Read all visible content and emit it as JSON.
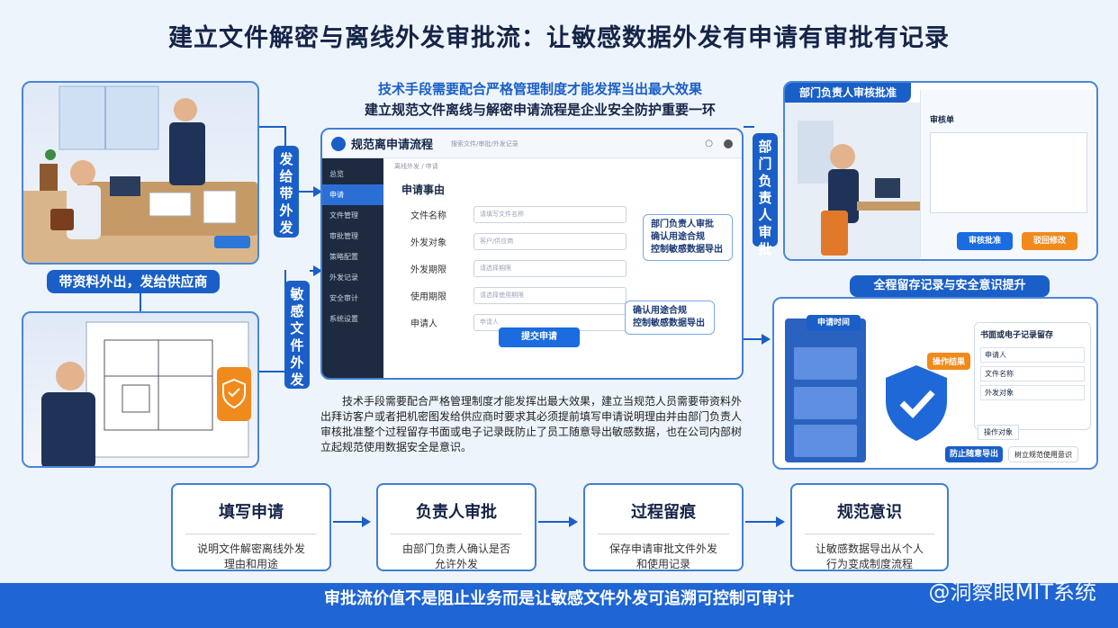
{
  "title": "建立文件解密与离线外发审批流：让敏感数据外发有申请有审批有记录",
  "subtitle_line1": "技术手段需要配合严格管理制度才能发挥当出最大效果",
  "subtitle_line2": "建立规范文件离线与解密申请流程是企业安全防护重要一环",
  "left": {
    "pill_label": "带资料外出，发给供应商",
    "vlabel_top": "发给带外发",
    "vlabel_bottom": "敏感文件外发"
  },
  "app": {
    "title": "规范离申请流程",
    "header_hint": "搜索文件/审批/外发记录",
    "breadcrumb": "离线外发 / 申请",
    "sidebar": [
      "总览",
      "申请",
      "文件管理",
      "审批管理",
      "策略配置",
      "外发记录",
      "安全审计",
      "系统设置"
    ],
    "form_title": "申请事由",
    "fields": [
      {
        "label": "文件名称",
        "placeholder": "请填写文件名称"
      },
      {
        "label": "外发对象",
        "placeholder": "客户/供应商"
      },
      {
        "label": "外发期限",
        "placeholder": "请选择期限"
      },
      {
        "label": "使用期限",
        "placeholder": "请选择使用期限"
      },
      {
        "label": "申请人",
        "placeholder": "申请人"
      }
    ],
    "submit": "提交申请",
    "note1": [
      "部门负责人审批",
      "确认用途合规",
      "控制敏感数据导出"
    ],
    "note2": [
      "确认用途合规",
      "控制敏感数据导出"
    ]
  },
  "paragraph": "技术手段需要配合严格管理制度才能发挥出最大效果，建立当规范人员需要带资料外出拜访客户或者把机密图发给供应商时要求其必须提前填写申请说明理由并由部门负责人审核批准整个过程留存书面或电子记录既防止了员工随意导出敏感数据，也在公司内部树立起规范使用数据安全是意识。",
  "right_top": {
    "title": "部门负责人审核批准",
    "vlabel": "部门负责人审批",
    "form_title": "审核单",
    "approve": "审核批准",
    "reject": "驳回修改"
  },
  "right_bottom": {
    "header": "全程留存记录与安全意识提升",
    "cabinet_label": "申请时间",
    "panel_title": "书面或电子记录留存",
    "rows": [
      "申请人",
      "文件名称",
      "外发对象"
    ],
    "tag_ops": "操作结果",
    "tag_prevent": "防止随意导出",
    "tag_awareness": "树立规范使用意识",
    "tag_action": "操作对象"
  },
  "steps": [
    {
      "title": "填写申请",
      "desc": [
        "说明文件解密离线外发",
        "理由和用途"
      ]
    },
    {
      "title": "负责人审批",
      "desc": [
        "由部门负责人确认是否",
        "允许外发"
      ]
    },
    {
      "title": "过程留痕",
      "desc": [
        "保存申请审批文件外发",
        "和使用记录"
      ]
    },
    {
      "title": "规范意识",
      "desc": [
        "让敏感数据导出从个人",
        "行为变成制度流程"
      ]
    }
  ],
  "footer": "审批流价值不是阻止业务而是让敏感文件外发可追溯可控制可审计",
  "watermark": "@洞察眼MIT系统",
  "colors": {
    "accent": "#1a5fc8",
    "orange": "#f08a1c"
  }
}
